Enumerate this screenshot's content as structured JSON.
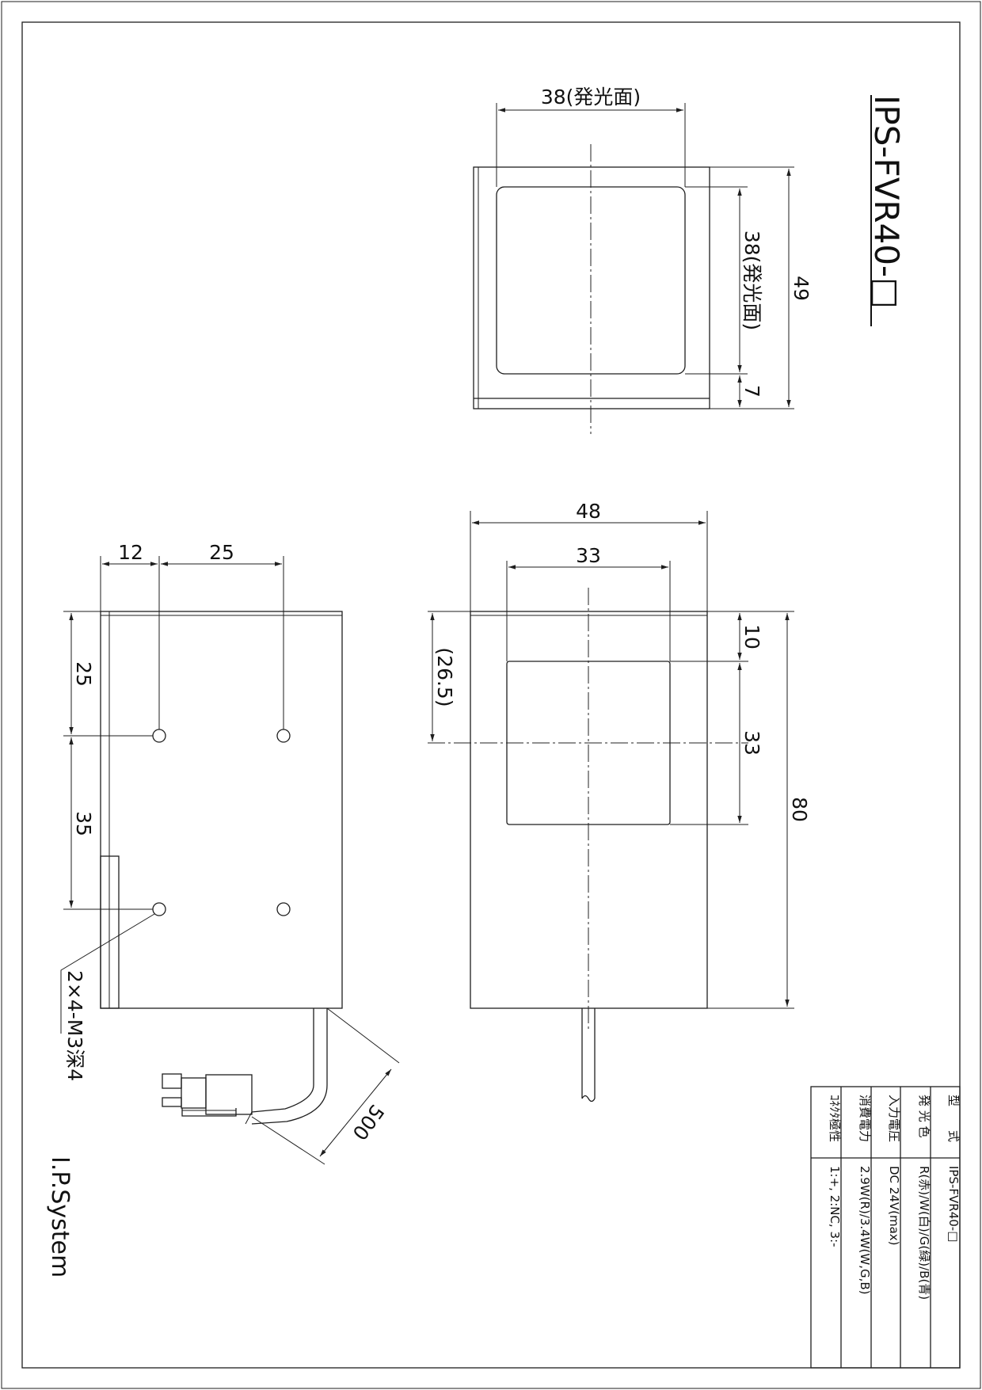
{
  "model_title": "IPS-FVR40-□",
  "company": "I.P.System",
  "top_view": {
    "dim_emit_width": "38(発光面)",
    "dim_emit_height": "38(発光面)",
    "dim_height": "49",
    "dim_bottom": "7"
  },
  "front_view": {
    "dim_width": "48",
    "dim_window": "33",
    "dim_top_offset": "(26.5)",
    "dim_top_margin": "10",
    "dim_window_height": "33",
    "dim_length": "80"
  },
  "side_view": {
    "dim_12": "12",
    "dim_25_h": "25",
    "dim_25_v": "25",
    "dim_35": "35",
    "hole_note": "2×4-M3深4",
    "cable_length": "500"
  },
  "spec_table": {
    "rows": [
      {
        "label": "型　　式",
        "value": "IPS-FVR40-□"
      },
      {
        "label": "発 光 色",
        "value": "R(赤)/W(白)/G(緑)/B(青)"
      },
      {
        "label": "入力電圧",
        "value": "DC 24V(max)"
      },
      {
        "label": "消費電力",
        "value": "2.9W(R)/3.4W(W,G,B)"
      },
      {
        "label": "ｺﾈｸﾀ極性",
        "value": "1:+, 2:NC, 3:-"
      }
    ]
  }
}
